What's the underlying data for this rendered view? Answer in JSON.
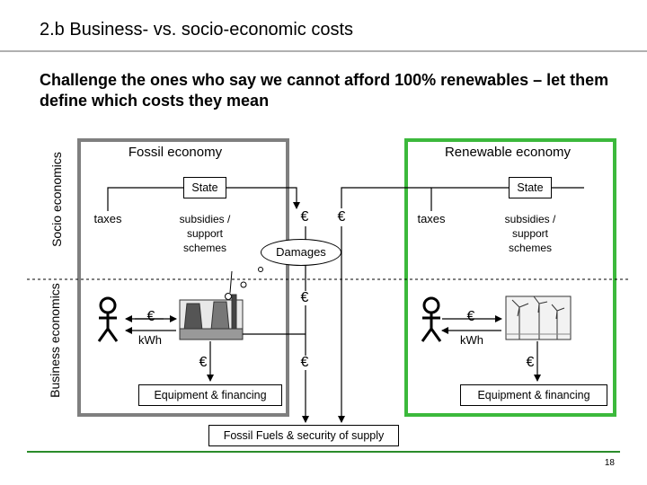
{
  "slide": {
    "title": "2.b Business- vs. socio-economic costs",
    "subtitle": "Challenge the ones who say we cannot afford 100% renewables – let them define which costs they mean",
    "page_number": "18"
  },
  "sections": {
    "socio": "Socio economics",
    "business": "Business economics"
  },
  "fossil": {
    "heading": "Fossil economy",
    "state": "State",
    "taxes": "taxes",
    "subsidies": "subsidies / support schemes",
    "euro_flow": "€",
    "kwh_flow": "kWh",
    "euro_down": "€",
    "equipment": "Equipment & financing",
    "plant_icon": "power-plant-icon"
  },
  "renewable": {
    "heading": "Renewable economy",
    "state": "State",
    "taxes": "taxes",
    "subsidies": "subsidies / support schemes",
    "euro_flow": "€",
    "kwh_flow": "kWh",
    "euro_down": "€",
    "equipment": "Equipment & financing",
    "plant_icon": "wind-farm-icon"
  },
  "middle": {
    "euro_1": "€",
    "euro_2": "€",
    "damages": "Damages",
    "euro_3": "€",
    "euro_4": "€",
    "supply": "Fossil Fuels & security of supply"
  },
  "colors": {
    "fossil_border": "#7f7f7f",
    "renewable_border": "#3cb93c",
    "footer_rule": "#2a8c2a"
  }
}
